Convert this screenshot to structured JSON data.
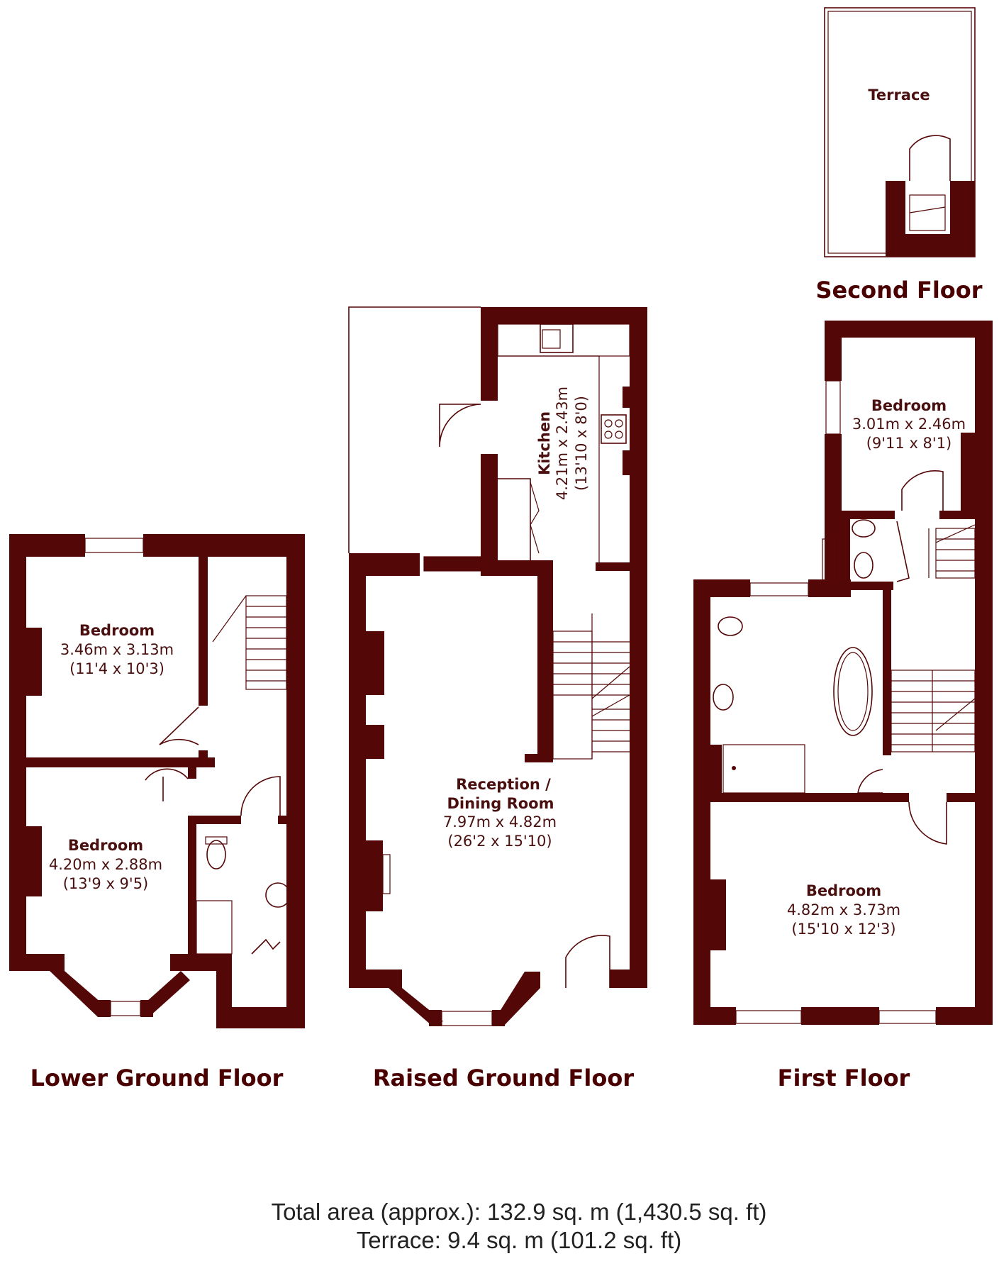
{
  "floors": {
    "lower_ground": {
      "title": "Lower Ground Floor",
      "bedroom_1": {
        "name": "Bedroom",
        "dim_m": "3.46m x 3.13m",
        "dim_ft": "(11'4 x 10'3)"
      },
      "bedroom_2": {
        "name": "Bedroom",
        "dim_m": "4.20m x 2.88m",
        "dim_ft": "(13'9 x 9'5)"
      }
    },
    "raised_ground": {
      "title": "Raised Ground Floor",
      "kitchen": {
        "name": "Kitchen",
        "dim_m": "4.21m x 2.43m",
        "dim_ft": "(13'10 x 8'0)"
      },
      "reception": {
        "name_line1": "Reception /",
        "name_line2": "Dining Room",
        "dim_m": "7.97m x 4.82m",
        "dim_ft": "(26'2 x 15'10)"
      }
    },
    "first": {
      "title": "First Floor",
      "bedroom_small": {
        "name": "Bedroom",
        "dim_m": "3.01m x 2.46m",
        "dim_ft": "(9'11 x 8'1)"
      },
      "bedroom_large": {
        "name": "Bedroom",
        "dim_m": "4.82m x 3.73m",
        "dim_ft": "(15'10 x 12'3)"
      }
    },
    "second": {
      "title": "Second Floor",
      "terrace": {
        "name": "Terrace"
      }
    }
  },
  "totals": {
    "total_area": "Total area (approx.): 132.9 sq. m (1,430.5 sq. ft)",
    "terrace_area": "Terrace: 9.4 sq. m (101.2 sq. ft)"
  },
  "colors": {
    "wall": "#540707",
    "title": "#4a0000"
  }
}
